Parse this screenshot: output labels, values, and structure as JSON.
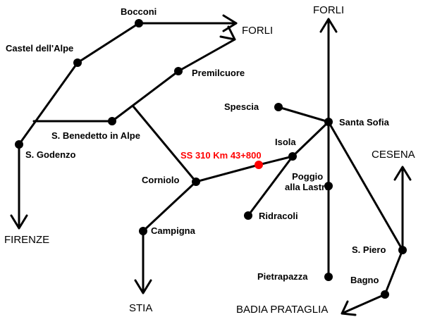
{
  "colors": {
    "road": "#000000",
    "town_dot": "#000000",
    "highlight": "#ff0000",
    "background": "#ffffff"
  },
  "highlight": {
    "label": "SS 310 Km 43+800"
  },
  "towns": {
    "bocconi": "Bocconi",
    "castel_dell_alpe": "Castel dell'Alpe",
    "premilcuore": "Premilcuore",
    "s_benedetto": "S. Benedetto in Alpe",
    "s_godenzo": "S. Godenzo",
    "corniolo": "Corniolo",
    "campigna": "Campigna",
    "spescia": "Spescia",
    "santa_sofia": "Santa Sofia",
    "isola": "Isola",
    "poggio_line1": "Poggio",
    "poggio_line2": "alla Lastra",
    "ridracoli": "Ridracoli",
    "s_piero": "S. Piero",
    "bagno": "Bagno",
    "pietrapazza": "Pietrapazza"
  },
  "destinations": {
    "forli_left": "FORLI",
    "forli_top": "FORLI",
    "firenze": "FIRENZE",
    "stia": "STIA",
    "cesena": "CESENA",
    "badia_prataglia": "BADIA PRATAGLIA"
  },
  "icons": {
    "town": "filled-circle-marker",
    "highlight": "red-location-marker",
    "direction": "arrow-icon"
  }
}
